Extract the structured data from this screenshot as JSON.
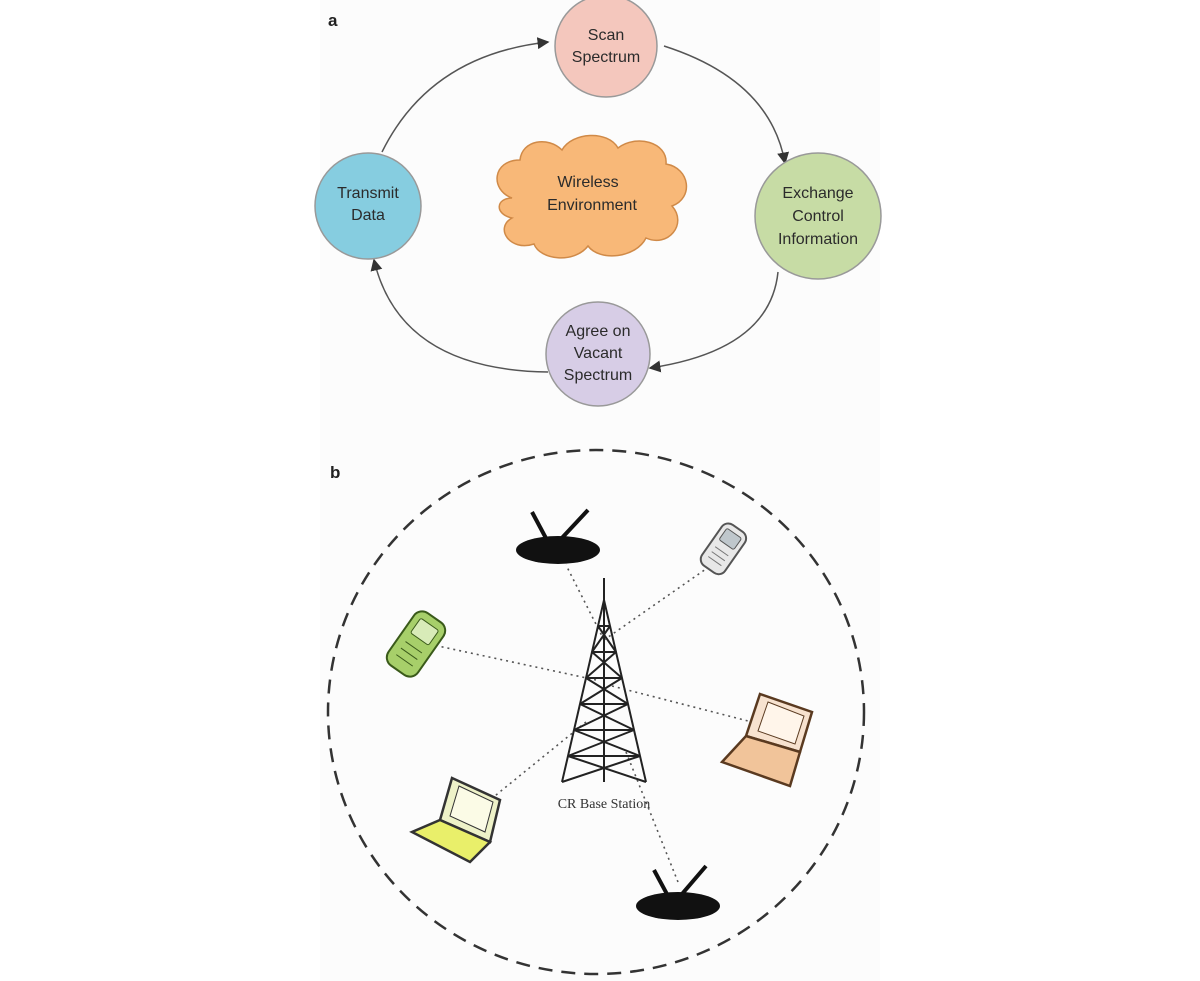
{
  "panel_a": {
    "label": "a",
    "cycle_nodes": [
      {
        "lines": [
          "Scan",
          "Spectrum"
        ],
        "fill": "#f4c7bd"
      },
      {
        "lines": [
          "Exchange",
          "Control",
          "Information"
        ],
        "fill": "#c7dca5"
      },
      {
        "lines": [
          "Agree on",
          "Vacant",
          "Spectrum"
        ],
        "fill": "#d7cde6"
      },
      {
        "lines": [
          "Transmit",
          "Data"
        ],
        "fill": "#86cde0"
      }
    ],
    "center": {
      "lines": [
        "Wireless",
        "Environment"
      ],
      "fill": "#f8b878"
    }
  },
  "panel_b": {
    "label": "b",
    "base_station_label": "CR Base Station",
    "devices": [
      {
        "icon": "satellite-dish-icon",
        "fill": "#111111"
      },
      {
        "icon": "mobile-phone-icon",
        "fill": "#e8e8e8"
      },
      {
        "icon": "mobile-phone-icon",
        "fill": "#a7cf6a"
      },
      {
        "icon": "laptop-icon",
        "fill": "#f1c49a"
      },
      {
        "icon": "laptop-icon",
        "fill": "#e9ef6a"
      },
      {
        "icon": "satellite-dish-icon",
        "fill": "#111111"
      }
    ]
  }
}
